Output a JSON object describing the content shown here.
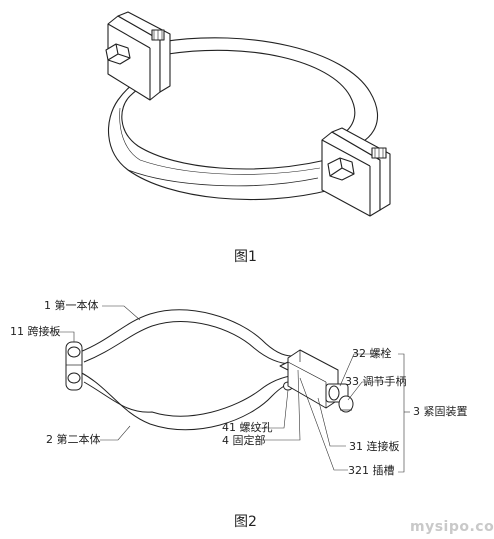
{
  "figure1": {
    "caption": "图1"
  },
  "figure2": {
    "caption": "图2",
    "labels": {
      "first_body": "1 第一本体",
      "span_plate": "11 跨接板",
      "second_body": "2 第二本体",
      "thread_hole": "41 螺纹孔",
      "fixing_part": "4 固定部",
      "bolt": "32 螺栓",
      "handle": "33 调节手柄",
      "fastening_device": "3 紧固装置",
      "connecting_plate": "31 连接板",
      "slot": "321 插槽"
    }
  },
  "watermark": "mysipo.com"
}
